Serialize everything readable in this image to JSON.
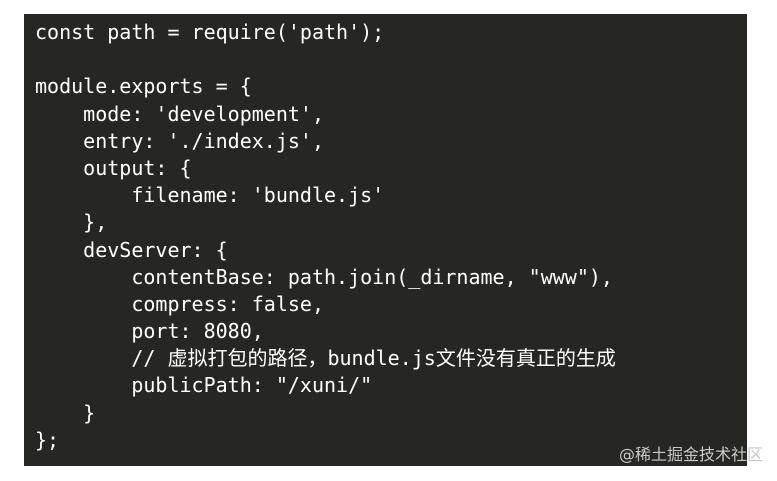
{
  "code": {
    "lines": [
      "const path = require('path');",
      "",
      "module.exports = {",
      "    mode: 'development',",
      "    entry: './index.js',",
      "    output: {",
      "        filename: 'bundle.js'",
      "    },",
      "    devServer: {",
      "        contentBase: path.join(_dirname, \"www\"),",
      "        compress: false,",
      "        port: 8080,",
      "        // 虚拟打包的路径，bundle.js文件没有真正的生成",
      "        publicPath: \"/xuni/\"",
      "    }",
      "};"
    ]
  },
  "watermark": {
    "text": "@稀土掘金技术社区"
  },
  "colors": {
    "code_background": "#262722",
    "code_text": "#ffffff",
    "page_background": "#ffffff",
    "watermark_text": "#c8c8c8"
  }
}
